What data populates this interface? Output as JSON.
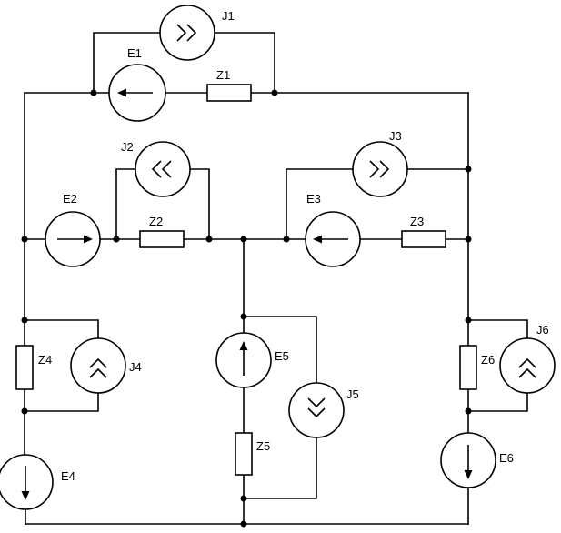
{
  "labels": {
    "J1": "J1",
    "E1": "E1",
    "Z1": "Z1",
    "J2": "J2",
    "E2": "E2",
    "Z2": "Z2",
    "J3": "J3",
    "E3": "E3",
    "Z3": "Z3",
    "Z4": "Z4",
    "J4": "J4",
    "E4": "E4",
    "E5": "E5",
    "J5": "J5",
    "Z5": "Z5",
    "J6": "J6",
    "Z6": "Z6",
    "E6": "E6"
  }
}
